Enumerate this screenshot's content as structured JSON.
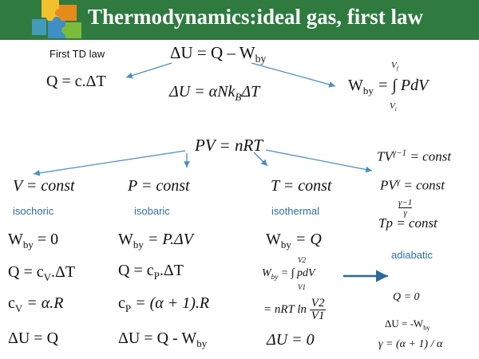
{
  "header": {
    "title": "Thermodynamics:ideal gas, first law",
    "bg_color": "#2f7a3f",
    "title_color": "#ffffff",
    "logo": "puzzle-pieces-logo"
  },
  "top": {
    "first_label": "First TD law",
    "main_eq": "ΔU = Q – W",
    "main_eq_sub": "by",
    "q_eq": "Q = c.ΔT",
    "du_eq": "ΔU = αNk",
    "du_eq_sub": "B",
    "du_eq_tail": "ΔT",
    "w_eq_lhs": "W",
    "w_eq_lhs_sub": "by",
    "w_eq_rhs": "= ∫ PdV",
    "w_upper": "V",
    "w_upper_sub": "f",
    "w_lower": "V",
    "w_lower_sub": "i"
  },
  "gas_law": "PV = nRT",
  "adiabatic_eqs": {
    "eq1_lhs": "TV",
    "eq1_sup": "γ−1",
    "eq1_rhs": "= const",
    "eq2_lhs": "PV",
    "eq2_sup": "γ",
    "eq2_rhs": "= const",
    "eq3_lhs": "Tp",
    "eq3_sup_num": "γ−1",
    "eq3_sup_den": "γ",
    "eq3_rhs": "= const"
  },
  "columns": {
    "isochoric": {
      "cond": "V = const",
      "label": "isochoric",
      "w": "W",
      "w_sub": "by",
      "w_rhs": "= 0",
      "q": "Q = c",
      "q_sub": "V",
      "q_tail": ".ΔT",
      "c": "c",
      "c_sub": "V",
      "c_rhs": "= α.R",
      "du": "ΔU = Q"
    },
    "isobaric": {
      "cond": "P = const",
      "label": "isobaric",
      "w": "W",
      "w_sub": "by",
      "w_rhs": "= P.ΔV",
      "q": "Q = c",
      "q_sub": "P",
      "q_tail": ".ΔT",
      "c": "c",
      "c_sub": "P",
      "c_rhs": "= (α + 1).R",
      "du": "ΔU = Q - W",
      "du_sub": "by"
    },
    "isothermal": {
      "cond": "T = const",
      "label": "isothermal",
      "w": "W",
      "w_sub": "by",
      "w_rhs": "= Q",
      "w2_lhs": "W",
      "w2_sub": "by",
      "w2_rhs": "= ∫ pdV",
      "w2_upper": "V2",
      "w2_lower": "V1",
      "nrt": "= nRT ln",
      "ln_num": "V2",
      "ln_den": "V1",
      "du": "ΔU = 0"
    },
    "adiabatic": {
      "label": "adiabatic",
      "q": "Q = 0",
      "du": "ΔU = -W",
      "du_sub": "by",
      "gamma": "γ = (α + 1) / α"
    }
  },
  "colors": {
    "arrow": "#4a8fc4",
    "thick_arrow": "#2a6a9a",
    "label": "#2f6fa5"
  }
}
